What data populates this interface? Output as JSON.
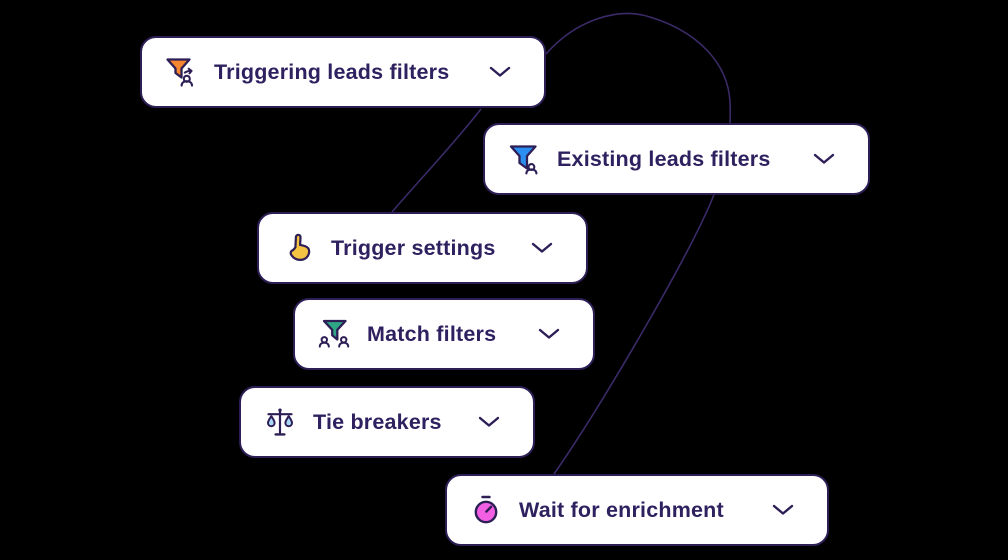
{
  "canvas": {
    "background": "#000000",
    "connector_color": "#3b2a68",
    "card_background": "#ffffff",
    "card_border_color": "#2d1f56",
    "label_color": "#2f2160",
    "icon_outline_color": "#2d1e56"
  },
  "cards": [
    {
      "label": "Triggering leads filters",
      "icon": "funnel-user-arrow-icon",
      "icon_color": "#F6862F"
    },
    {
      "label": "Existing leads filters",
      "icon": "funnel-user-icon",
      "icon_color": "#2B8FF2"
    },
    {
      "label": "Trigger settings",
      "icon": "pointing-hand-icon",
      "icon_color": "#F5C344"
    },
    {
      "label": "Match filters",
      "icon": "funnel-users-icon",
      "icon_color": "#2EA884"
    },
    {
      "label": "Tie breakers",
      "icon": "scales-icon",
      "icon_color": "#A9D7F8"
    },
    {
      "label": "Wait for enrichment",
      "icon": "stopwatch-icon",
      "icon_color": "#F25FE3"
    }
  ]
}
